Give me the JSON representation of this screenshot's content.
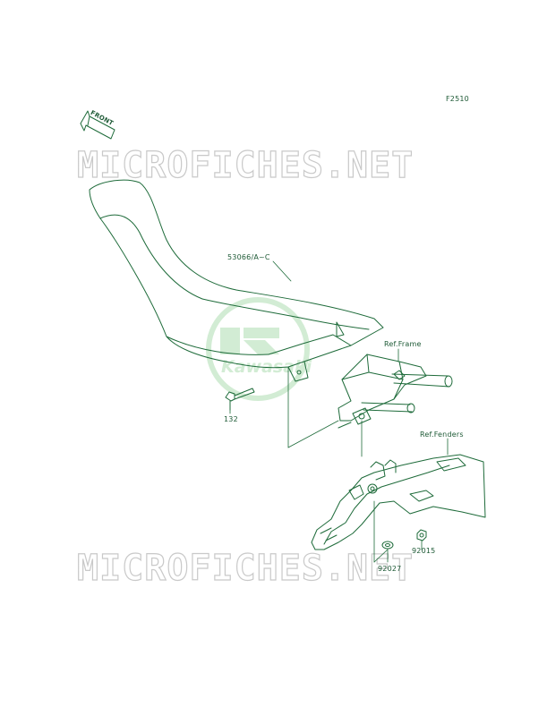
{
  "diagram": {
    "code": "F2510",
    "front_arrow_text": "FRONT",
    "colors": {
      "line": "#1e6b3a",
      "watermark": "#c9c9c9",
      "logo": "#d2ecd4"
    },
    "parts": [
      {
        "number": "53066/A~C",
        "name": "seat"
      },
      {
        "number": "132",
        "name": "bolt"
      },
      {
        "number": "92027",
        "name": "collar"
      },
      {
        "number": "92015",
        "name": "nut"
      }
    ],
    "references": {
      "frame": "Ref.Frame",
      "fenders": "Ref.Fenders"
    }
  },
  "watermark": {
    "text": "MICROFICHES.NET"
  },
  "logo": {
    "text": "Kawasaki"
  }
}
